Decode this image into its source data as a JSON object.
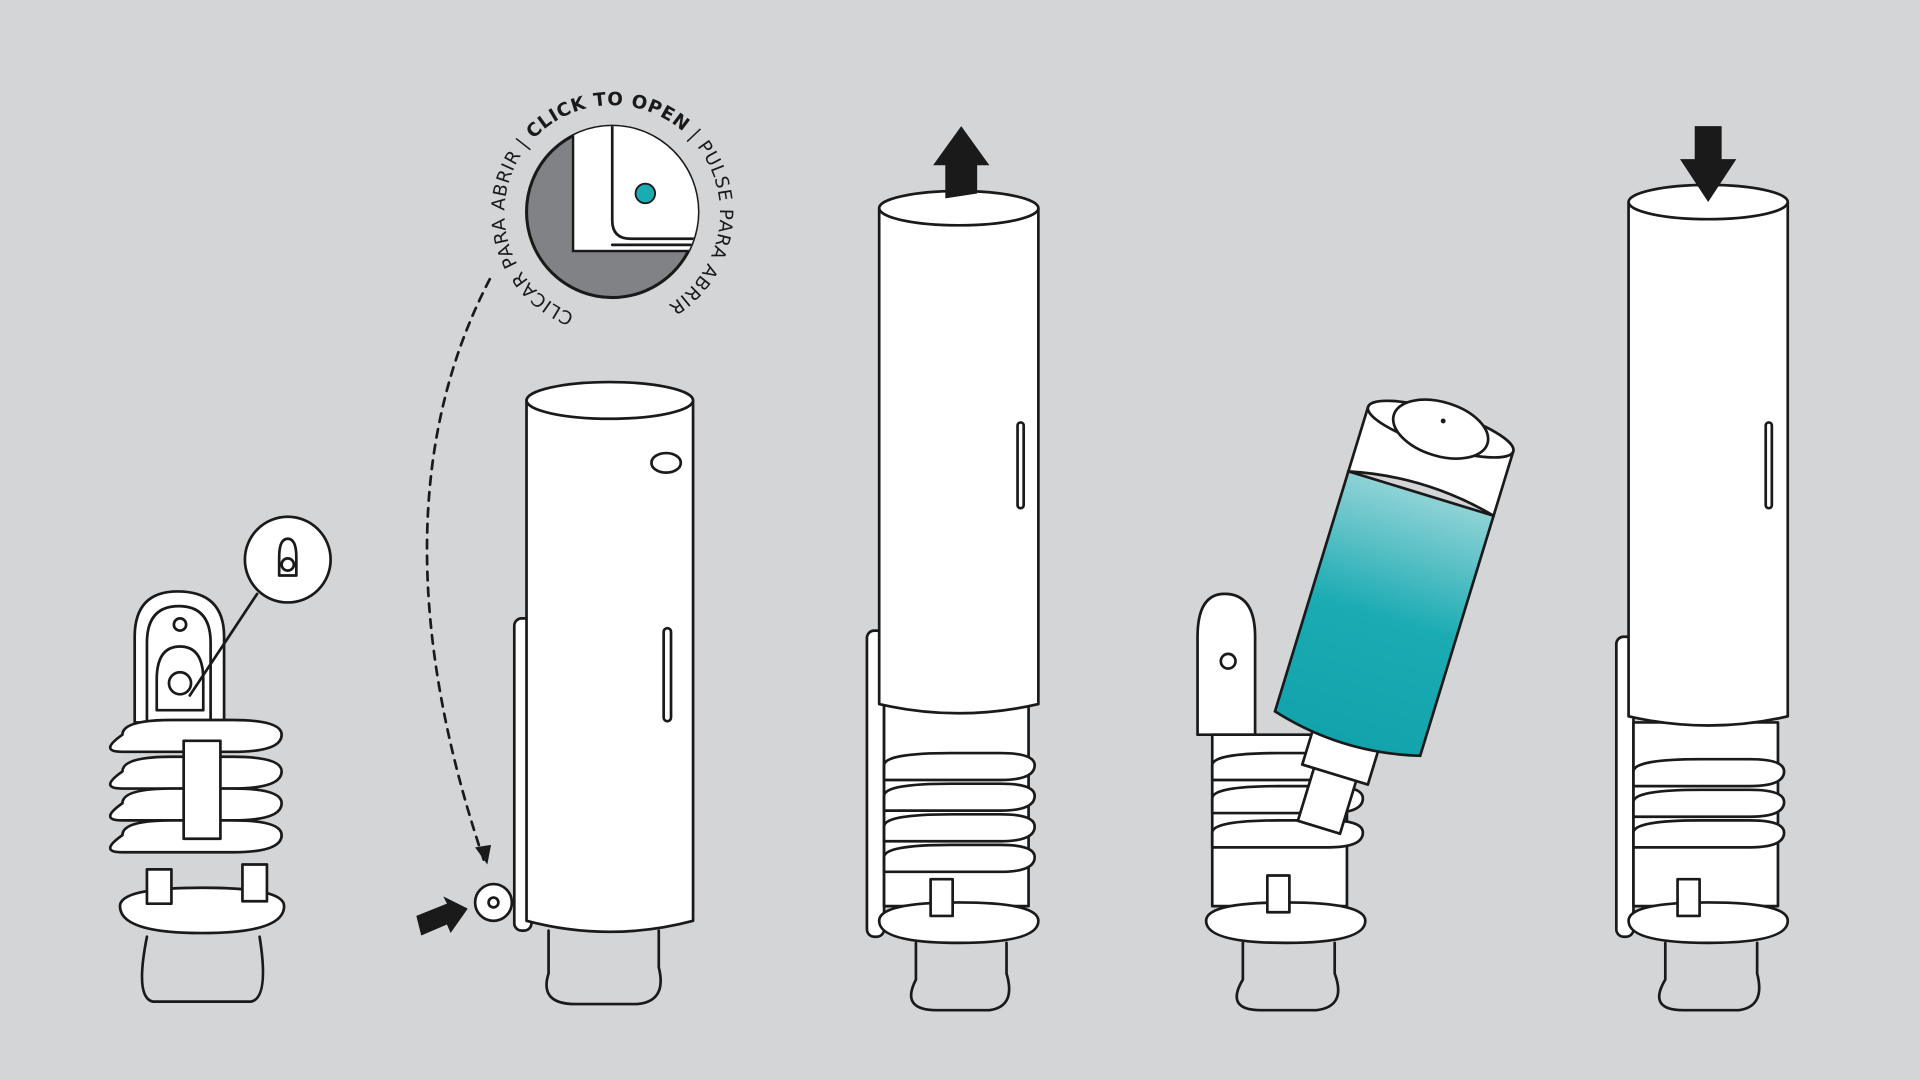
{
  "diagram": {
    "inset_label": {
      "left": "CLICAR PARA ABRIR",
      "separator": " | ",
      "top": "CLICK TO OPEN",
      "right": "PULSE PARA ABRIR"
    },
    "colors": {
      "background": "#d4d5d7",
      "teal": "#1aabb3",
      "inset_gray": "#808285",
      "line": "#1a1a1a"
    },
    "steps": [
      {
        "icon": "wall-bracket"
      },
      {
        "icon": "click-button-open"
      },
      {
        "icon": "arrow-up-remove-cover"
      },
      {
        "icon": "insert-bottle"
      },
      {
        "icon": "arrow-down-replace-cover"
      }
    ]
  }
}
